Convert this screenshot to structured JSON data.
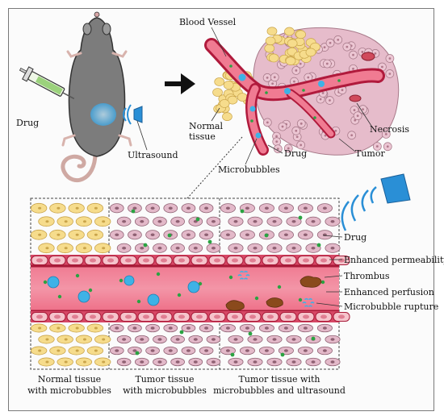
{
  "labels": {
    "drug_left": "Drug",
    "ultrasound": "Ultrasound",
    "blood_vessel": "Blood Vessel",
    "normal_tissue_l1": "Normal",
    "normal_tissue_l2": "tissue",
    "necrosis": "Necrosis",
    "drug_mid": "Drug",
    "tumor": "Tumor",
    "microbubbles": "Microbubbles",
    "drug_right": "Drug",
    "enhanced_permeability": "Enhanced permeability",
    "thrombus": "Thrombus",
    "enhanced_perfusion": "Enhanced perfusion",
    "microbubble_rupture": "Microbubble rupture"
  },
  "panels": [
    {
      "line1": "Normal tissue",
      "line2": "with microbubbles"
    },
    {
      "line1": "Tumor tissue",
      "line2": "with microbubbles"
    },
    {
      "line1": "Tumor tissue with",
      "line2": "microbubbles and ultrasound"
    }
  ],
  "colors": {
    "vessel_pink": "#e8607a",
    "vessel_dark": "#b01a3c",
    "normal_cell": "#f6dc8c",
    "tumor_cell": "#e3b9c9",
    "drug_dot": "#2aa342",
    "bubble_blue": "#3eb2e6",
    "thrombus": "#8a4a1c",
    "ultrasound_blue": "#2a8fd6",
    "mouse_gray": "#7c7c7c"
  }
}
